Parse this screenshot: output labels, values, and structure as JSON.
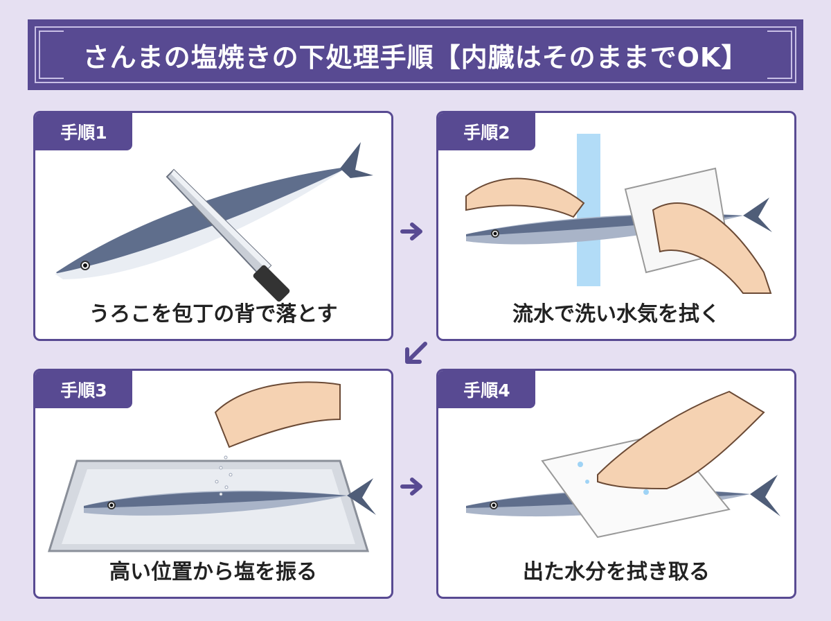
{
  "title": "さんまの塩焼きの下処理手順【内臓はそのままでOK】",
  "colors": {
    "accent": "#584a92",
    "background": "#e6e0f2",
    "card": "#ffffff"
  },
  "steps": [
    {
      "label": "手順1",
      "caption": "うろこを包丁の背で落とす"
    },
    {
      "label": "手順2",
      "caption": "流水で洗い水気を拭く"
    },
    {
      "label": "手順3",
      "caption": "高い位置から塩を振る"
    },
    {
      "label": "手順4",
      "caption": "出た水分を拭き取る"
    }
  ],
  "arrows": [
    "arrow-right-icon",
    "arrow-down-left-icon",
    "arrow-right-icon"
  ]
}
